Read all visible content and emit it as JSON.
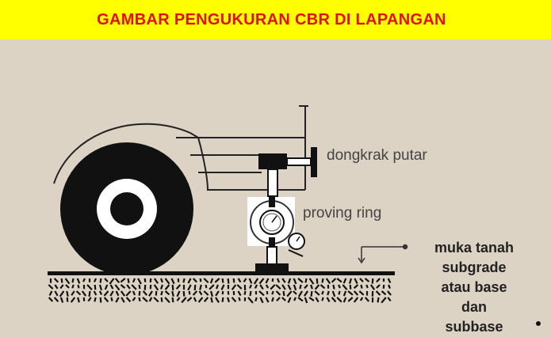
{
  "title": "GAMBAR PENGUKURAN CBR DI LAPANGAN",
  "labels": {
    "jack": "dongkrak putar",
    "ring": "proving ring"
  },
  "legend": [
    "muka tanah",
    "subgrade",
    "atau base",
    "dan",
    "subbase"
  ],
  "colors": {
    "banner": "#ffff00",
    "title": "#e01010",
    "background": "#dcd3c4",
    "ink": "#111111"
  }
}
